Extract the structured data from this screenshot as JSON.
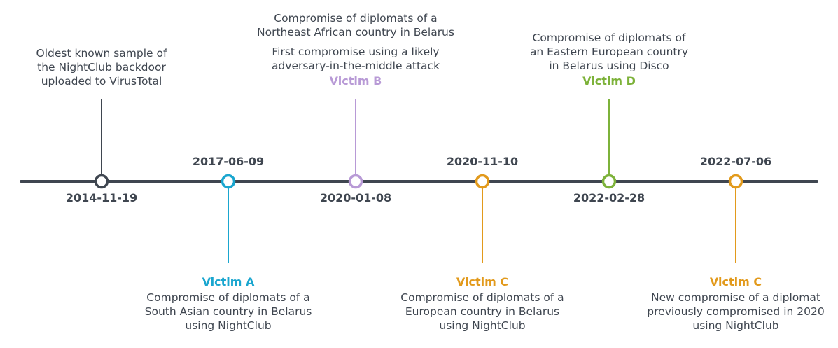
{
  "colors": {
    "axis": "#3f4650",
    "victim_a": "#1aa6cf",
    "victim_b": "#b89ad6",
    "victim_c": "#e29a1c",
    "victim_d": "#7db23a"
  },
  "events": [
    {
      "date": "2014-11-19",
      "side": "above",
      "color": "#3f4650",
      "victim": "",
      "desc": [
        "Oldest known sample of",
        "the NightClub backdoor",
        "uploaded to VirusTotal"
      ]
    },
    {
      "date": "2017-06-09",
      "side": "below",
      "color": "#1aa6cf",
      "victim": "Victim A",
      "desc": [
        "Compromise of diplomats of a",
        "South Asian country in Belarus",
        "using NightClub"
      ]
    },
    {
      "date": "2020-01-08",
      "side": "above",
      "color": "#b89ad6",
      "victim": "Victim B",
      "desc": [
        "Compromise of diplomats of a",
        "Northeast African country in Belarus"
      ],
      "desc2": [
        "First compromise using a likely",
        "adversary-in-the-middle attack"
      ]
    },
    {
      "date": "2020-11-10",
      "side": "below",
      "color": "#e29a1c",
      "victim": "Victim C",
      "desc": [
        "Compromise of diplomats of a",
        "European country in Belarus",
        "using NightClub"
      ]
    },
    {
      "date": "2022-02-28",
      "side": "above",
      "color": "#7db23a",
      "victim": "Victim D",
      "desc": [
        "Compromise of diplomats of",
        "an Eastern European country",
        "in Belarus using Disco"
      ]
    },
    {
      "date": "2022-07-06",
      "side": "below",
      "color": "#e29a1c",
      "victim": "Victim C",
      "desc": [
        "New compromise of a diplomat",
        "previously compromised in 2020",
        "using NightClub"
      ]
    }
  ]
}
